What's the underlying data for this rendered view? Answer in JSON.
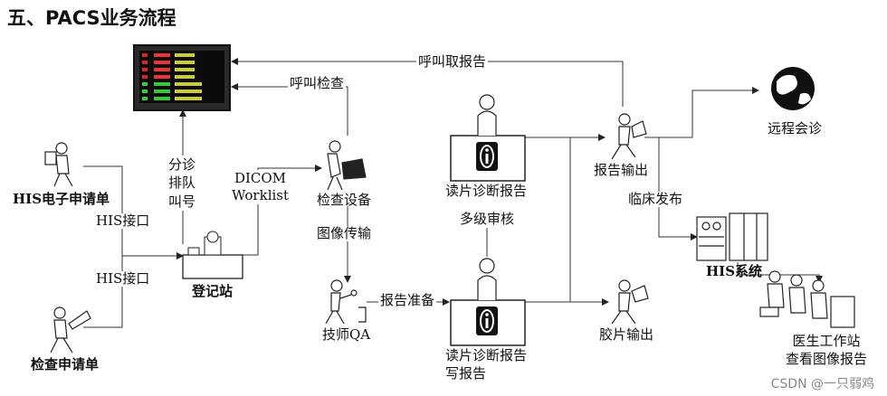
{
  "title": "五、PACS业务流程",
  "watermark": "CSDN @一只弱鸡",
  "labels": {
    "call_report": "呼叫取报告",
    "call_exam": "呼叫检查",
    "triage": "分诊\n排队\n叫号",
    "dicom": "DICOM\nWorklist",
    "his_order": "HIS电子申请单",
    "his_interface_1": "HIS接口",
    "his_interface_2": "HIS接口",
    "exam_order": "检查申请单",
    "registration": "登记站",
    "exam_device": "检查设备",
    "image_transfer": "图像传输",
    "tech_qa": "技师QA",
    "report_prep": "报告准备",
    "read_diag_1": "读片诊断报告",
    "multi_review": "多级审核",
    "read_diag_2": "读片诊断报告\n写报告",
    "report_output": "报告输出",
    "remote_consult": "远程会诊",
    "clinical_publish": "临床发布",
    "his_system": "HIS系统",
    "film_output": "胶片输出",
    "doctor_ws": "医生工作站\n查看图像报告"
  },
  "icons": {
    "monitor": "queue-display-monitor-icon",
    "globe": "globe-icon",
    "info": "info-icon",
    "person": "person-icon",
    "server": "server-rack-icon"
  }
}
